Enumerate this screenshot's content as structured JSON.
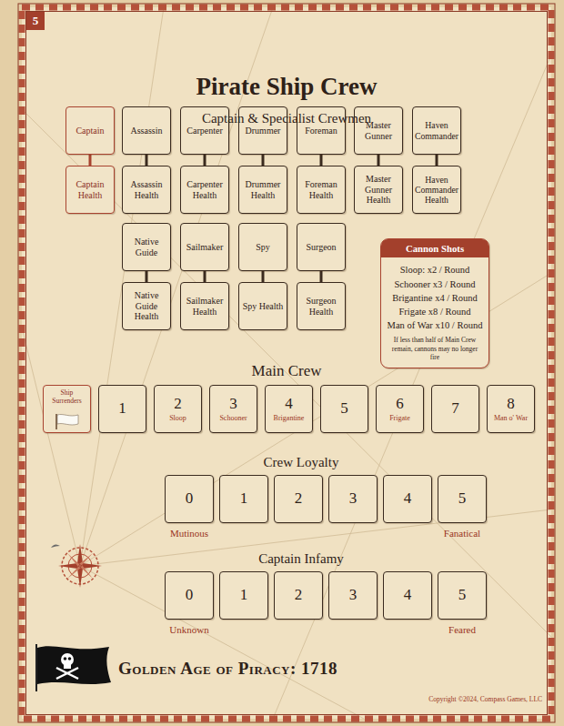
{
  "diagram": {
    "title": "Pirate Ship Crew",
    "nodes": [
      {
        "text": [
          "Captain"
        ]
      },
      {
        "text": [
          "Assassin"
        ]
      },
      {
        "text": [
          "Carpenter"
        ]
      },
      {
        "text": [
          "Drummer"
        ]
      },
      {
        "text": [
          "Foreman"
        ]
      },
      {
        "text": [
          "Master Gunner"
        ]
      },
      {
        "text": [
          "Haven Commander"
        ]
      },
      {
        "text": [
          "Captain Health"
        ]
      },
      {
        "text": [
          "Assassin Health"
        ]
      },
      {
        "text": [
          "Carpenter Health"
        ]
      },
      {
        "text": [
          "Drummer Health"
        ]
      },
      {
        "text": [
          "Foreman Health"
        ]
      },
      {
        "text": [
          "Master Gunner Health"
        ]
      },
      {
        "text": [
          "Haven Commander Health"
        ]
      },
      {
        "text": [
          "Native Guide"
        ]
      },
      {
        "text": [
          "Sailmaker"
        ]
      },
      {
        "text": [
          "Spy"
        ]
      },
      {
        "text": [
          "Surgeon"
        ]
      },
      {
        "text": [
          "Cannon Shots",
          "Sloop: x2 / Round",
          "Schooner x3 / Round",
          "Brigantine x4 / Round",
          "Frigate x8 / Round",
          "Man of War x10 / Round",
          "If less than half of Main Crew remain, cannons may no longer fire"
        ]
      },
      {
        "text": [
          "Native Guide Health"
        ]
      },
      {
        "text": [
          "Sailmaker Health"
        ]
      },
      {
        "text": [
          "Spy Health"
        ]
      },
      {
        "text": [
          "Surgeon Health"
        ]
      },
      {
        "text": [
          "Ship Surrenders"
        ]
      },
      {
        "text": [
          "1"
        ]
      },
      {
        "text": [
          "2",
          "Sloop"
        ]
      },
      {
        "text": [
          "3",
          "Schooner"
        ]
      },
      {
        "text": [
          "4",
          "Brigantine"
        ]
      },
      {
        "text": [
          "5"
        ]
      },
      {
        "text": [
          "6",
          "Frigate"
        ]
      },
      {
        "text": [
          "7"
        ]
      },
      {
        "text": [
          "8",
          "Man o' War"
        ]
      },
      {
        "text": [
          "0"
        ]
      },
      {
        "text": [
          "1"
        ]
      },
      {
        "text": [
          "2"
        ]
      },
      {
        "text": [
          "3"
        ]
      },
      {
        "text": [
          "4"
        ]
      },
      {
        "text": [
          "5"
        ]
      },
      {
        "text": [
          "0"
        ]
      },
      {
        "text": [
          "1"
        ]
      },
      {
        "text": [
          "2"
        ]
      },
      {
        "text": [
          "3"
        ]
      },
      {
        "text": [
          "4"
        ]
      },
      {
        "text": [
          "5"
        ]
      }
    ],
    "edges": [
      {
        "from": 0,
        "to": 7,
        "arrow": "none"
      },
      {
        "from": 1,
        "to": 8,
        "arrow": "none"
      },
      {
        "from": 2,
        "to": 9,
        "arrow": "none"
      },
      {
        "from": 3,
        "to": 10,
        "arrow": "none"
      },
      {
        "from": 4,
        "to": 11,
        "arrow": "none"
      },
      {
        "from": 5,
        "to": 12,
        "arrow": "none"
      },
      {
        "from": 6,
        "to": 13,
        "arrow": "none"
      },
      {
        "from": 14,
        "to": 19,
        "arrow": "none"
      },
      {
        "from": 15,
        "to": 20,
        "arrow": "none"
      },
      {
        "from": 16,
        "to": 21,
        "arrow": "none"
      },
      {
        "from": 17,
        "to": 22,
        "arrow": "none"
      }
    ],
    "labels": [
      "5",
      "Captain & Specialist Crewmen",
      "Main Crew",
      "Crew Loyalty",
      "Mutinous",
      "Fanatical",
      "Captain Infamy",
      "Unknown",
      "Feared",
      "Golden Age of Piracy: 1718",
      "Copyright ©2024, Compass Games, LLC"
    ]
  }
}
